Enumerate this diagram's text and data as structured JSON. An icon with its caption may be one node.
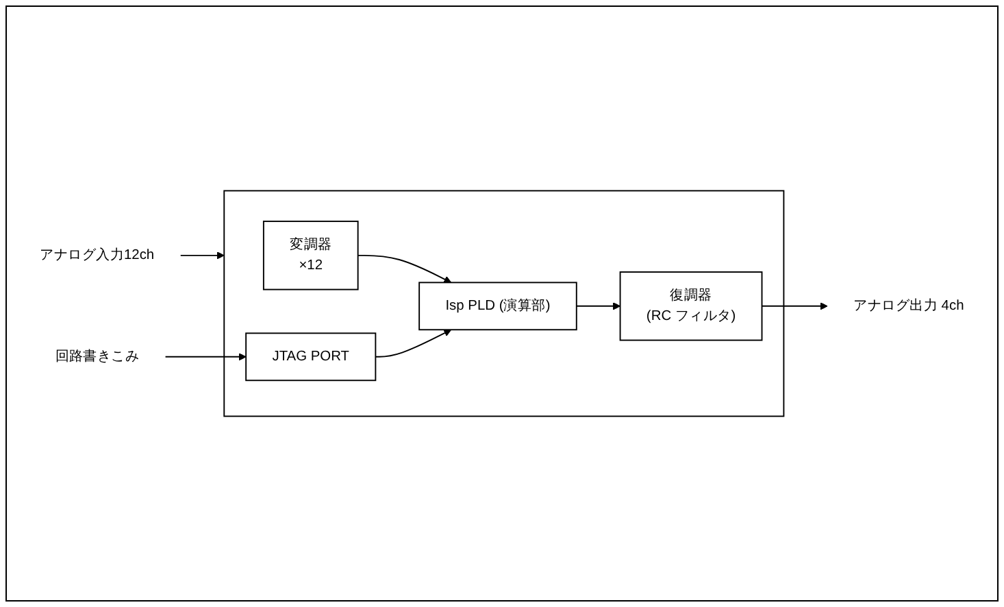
{
  "diagram": {
    "nodes": [
      {
        "text": [],
        "shape": "box"
      },
      {
        "text": [
          "アナログ入力12ch"
        ]
      },
      {
        "text": [
          "変調器",
          "×12"
        ],
        "in": 0
      },
      {
        "text": [
          "Isp PLD (演算部)"
        ],
        "in": 0
      },
      {
        "text": [
          "復調器",
          "(RC フィルタ)"
        ],
        "in": 0
      },
      {
        "text": [
          "アナログ出力 4ch"
        ]
      },
      {
        "text": [
          "JTAG PORT"
        ],
        "in": 0
      },
      {
        "text": [
          "回路書きこみ"
        ]
      }
    ],
    "edges": [
      {
        "from": 1,
        "to": 0,
        "arrow": "to"
      },
      {
        "from": 2,
        "to": 3,
        "arrow": "to"
      },
      {
        "from": 3,
        "to": 4,
        "arrow": "to"
      },
      {
        "from": 4,
        "to": 5,
        "arrow": "to"
      },
      {
        "from": 6,
        "to": 3,
        "arrow": "to"
      },
      {
        "from": 7,
        "to": 6,
        "arrow": "to"
      }
    ]
  }
}
